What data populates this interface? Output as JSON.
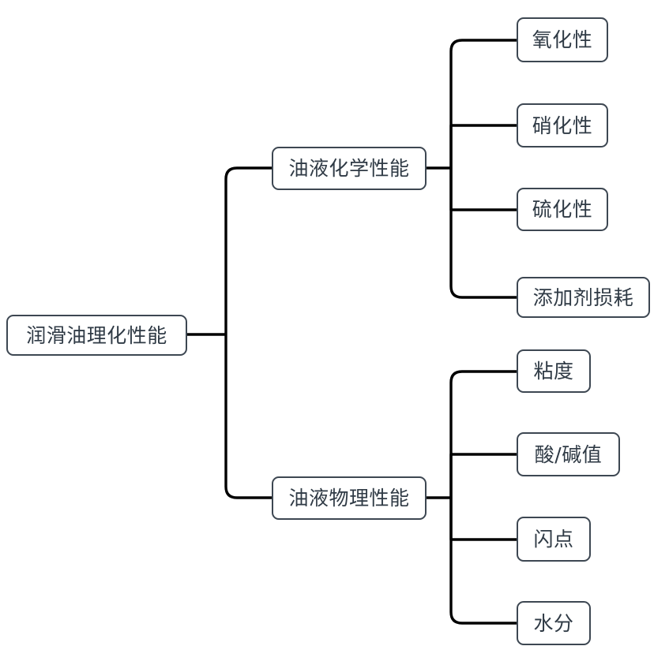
{
  "diagram": {
    "type": "tree",
    "orientation": "left-to-right",
    "title": "润滑油理化性能",
    "colors": {
      "node_border": "#3d4752",
      "node_fill": "#ffffff",
      "node_text": "#2f3a45",
      "connector": "#000000",
      "background": "#ffffff"
    },
    "root": {
      "label": "润滑油理化性能"
    },
    "branches": [
      {
        "id": "chemical",
        "label": "油液化学性能",
        "children": [
          {
            "id": "oxidation",
            "label": "氧化性"
          },
          {
            "id": "nitration",
            "label": "硝化性"
          },
          {
            "id": "sulfation",
            "label": "硫化性"
          },
          {
            "id": "additive-loss",
            "label": "添加剂损耗"
          }
        ]
      },
      {
        "id": "physical",
        "label": "油液物理性能",
        "children": [
          {
            "id": "viscosity",
            "label": "粘度"
          },
          {
            "id": "acid-base-value",
            "label": "酸/碱值"
          },
          {
            "id": "flash-point",
            "label": "闪点"
          },
          {
            "id": "moisture",
            "label": "水分"
          }
        ]
      }
    ]
  }
}
